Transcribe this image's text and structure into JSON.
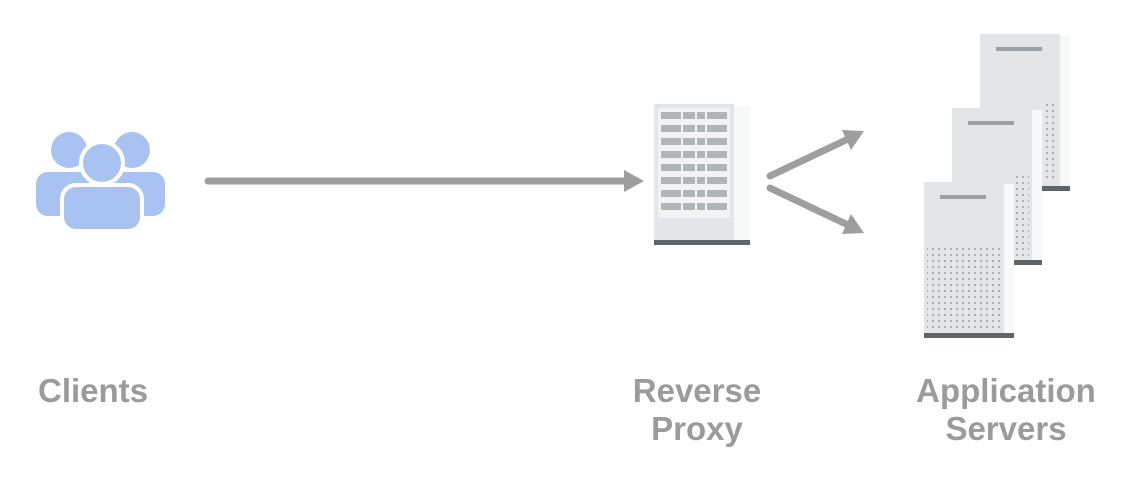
{
  "nodes": {
    "clients": {
      "label": "Clients"
    },
    "reverse_proxy": {
      "label_line1": "Reverse",
      "label_line2": "Proxy"
    },
    "application_servers": {
      "label_line1": "Application",
      "label_line2": "Servers"
    }
  },
  "edges": [
    {
      "from": "clients",
      "to": "reverse_proxy"
    },
    {
      "from": "reverse_proxy",
      "to": "application_servers"
    },
    {
      "from": "reverse_proxy",
      "to": "application_servers"
    }
  ],
  "colors": {
    "users": "#a8c2f2",
    "arrow": "#9e9e9e",
    "server_body": "#e3e5e6",
    "server_side": "#f7f8f8",
    "server_detail": "#9aa0a3",
    "server_base": "#5f6466",
    "label": "#9b9b9b"
  }
}
